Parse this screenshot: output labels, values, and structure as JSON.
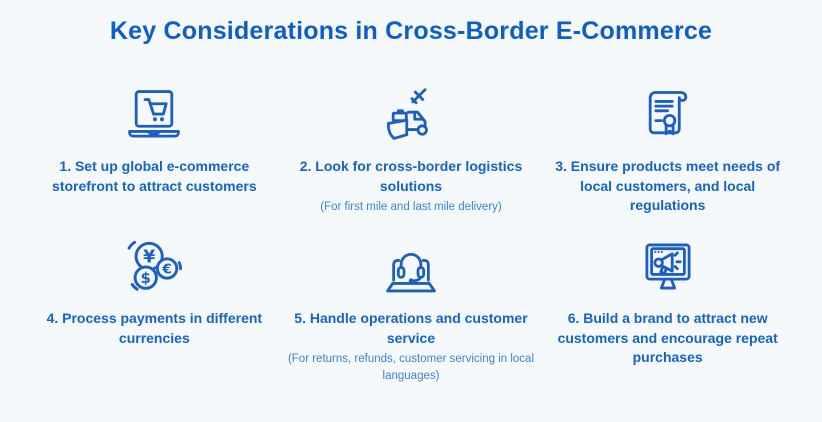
{
  "page": {
    "title": "Key Considerations in Cross-Border E-Commerce"
  },
  "colors": {
    "background": "#f5f9fc",
    "title_blue": "#0d5ec9",
    "label_blue": "#1563c6",
    "note_blue": "#3c82d8",
    "icon_stroke": "#1d5fc0"
  },
  "icons": {
    "currency_symbols": [
      "¥",
      "$",
      "€"
    ]
  },
  "items": [
    {
      "icon": "laptop-cart-icon",
      "label": "1. Set up global e-commerce storefront to attract customers"
    },
    {
      "icon": "logistics-plane-ship-truck-icon",
      "label": "2. Look for cross-border logistics solutions",
      "note": "(For first mile and last mile delivery)"
    },
    {
      "icon": "certificate-icon",
      "label": "3. Ensure products meet needs of local customers, and local regulations"
    },
    {
      "icon": "currencies-icon",
      "label": "4. Process payments in different currencies"
    },
    {
      "icon": "headset-laptop-icon",
      "label": "5. Handle operations and customer service",
      "note": "(For returns, refunds, customer servicing in local languages)"
    },
    {
      "icon": "megaphone-monitor-icon",
      "label": "6. Build a brand to attract new customers and encourage repeat purchases"
    }
  ]
}
